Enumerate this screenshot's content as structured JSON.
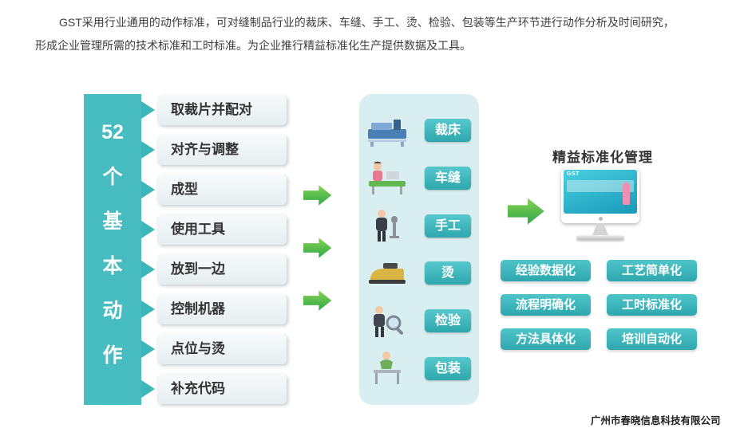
{
  "intro": {
    "line1": "GST采用行业通用的动作标准，可对缝制品行业的裁床、车缝、手工、烫、检验、包装等生产环节进行动作分析及时间研究，",
    "line2": "形成企业管理所需的技术标准和工时标准。为企业推行精益标准化生产提供数据及工具。"
  },
  "left_bar": {
    "label": "52个基本动作"
  },
  "motions": [
    "取裁片并配对",
    "对齐与调整",
    "成型",
    "使用工具",
    "放到一边",
    "控制机器",
    "点位与烫",
    "补充代码"
  ],
  "process": {
    "items": [
      {
        "label": "裁床",
        "icon": "cutting-bed-icon"
      },
      {
        "label": "车缝",
        "icon": "sewing-icon"
      },
      {
        "label": "手工",
        "icon": "handwork-icon"
      },
      {
        "label": "烫",
        "icon": "ironing-icon"
      },
      {
        "label": "检验",
        "icon": "inspection-icon"
      },
      {
        "label": "包装",
        "icon": "packing-icon"
      }
    ]
  },
  "result": {
    "title": "精益标准化管理",
    "screen_label": "GST",
    "benefits": [
      "经验数据化",
      "工艺简单化",
      "流程明确化",
      "工时标准化",
      "方法具体化",
      "培训自动化"
    ]
  },
  "footer": {
    "company": "广州市春晓信息科技有限公司"
  },
  "colors": {
    "teal": "#47bcc1",
    "panel_bg": "#d9eef0",
    "green_arrow": "#3cb04c",
    "box_bg": "#eef3f5"
  }
}
